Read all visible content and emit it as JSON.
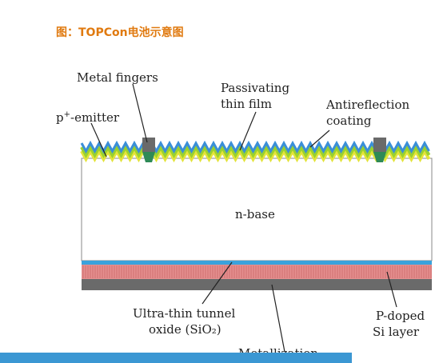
{
  "title": "图：TOPCon电池示意图",
  "labels": {
    "metal_fingers": "Metal fingers",
    "passivating_line1": "Passivating",
    "passivating_line2": "thin film",
    "antireflection_line1": "Antireflection",
    "antireflection_line2": "coating",
    "emitter_base": "p",
    "emitter_sup": "+",
    "emitter_rest": "-emitter",
    "n_base": "n-base",
    "tunnel_line1": "Ultra-thin tunnel",
    "tunnel_line2": "oxide (SiO₂)",
    "pdoped_line1": "P-doped",
    "pdoped_line2": "Si layer",
    "metallization": "Metallization"
  },
  "colors": {
    "title": "#e07a10",
    "antireflection_layer": "#3a8fd8",
    "passivating_layer": "#9ad12f",
    "emitter_layer": "#e4e43a",
    "finger_contact": "#2e8a57",
    "finger": "#6a6a6a",
    "oxide_layer": "#3aa2dc",
    "pdoped_layer": "#e58f8f",
    "metallization_layer": "#6a6a6a"
  }
}
